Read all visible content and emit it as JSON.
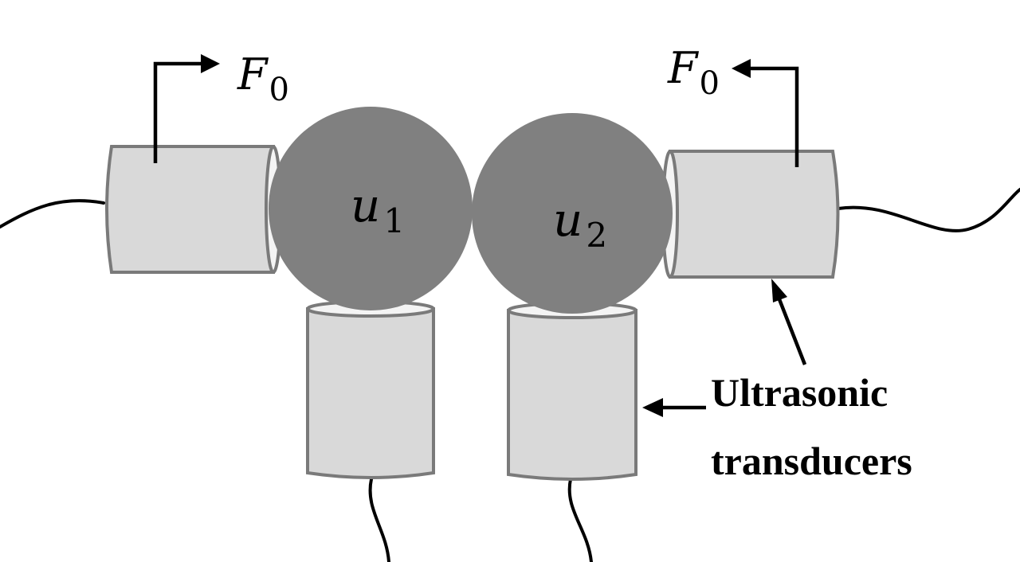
{
  "colors": {
    "sphere": "#808080",
    "transducer": "#d9d9d9",
    "outline": "#7a7a7a",
    "ink": "#000000"
  },
  "force_left": {
    "symbol": "F",
    "subscript": "0"
  },
  "force_right": {
    "symbol": "F",
    "subscript": "0"
  },
  "sphere_1": {
    "symbol": "u",
    "subscript": "1"
  },
  "sphere_2": {
    "symbol": "u",
    "subscript": "2"
  },
  "callout": {
    "line1": "Ultrasonic",
    "line2": "transducers"
  }
}
